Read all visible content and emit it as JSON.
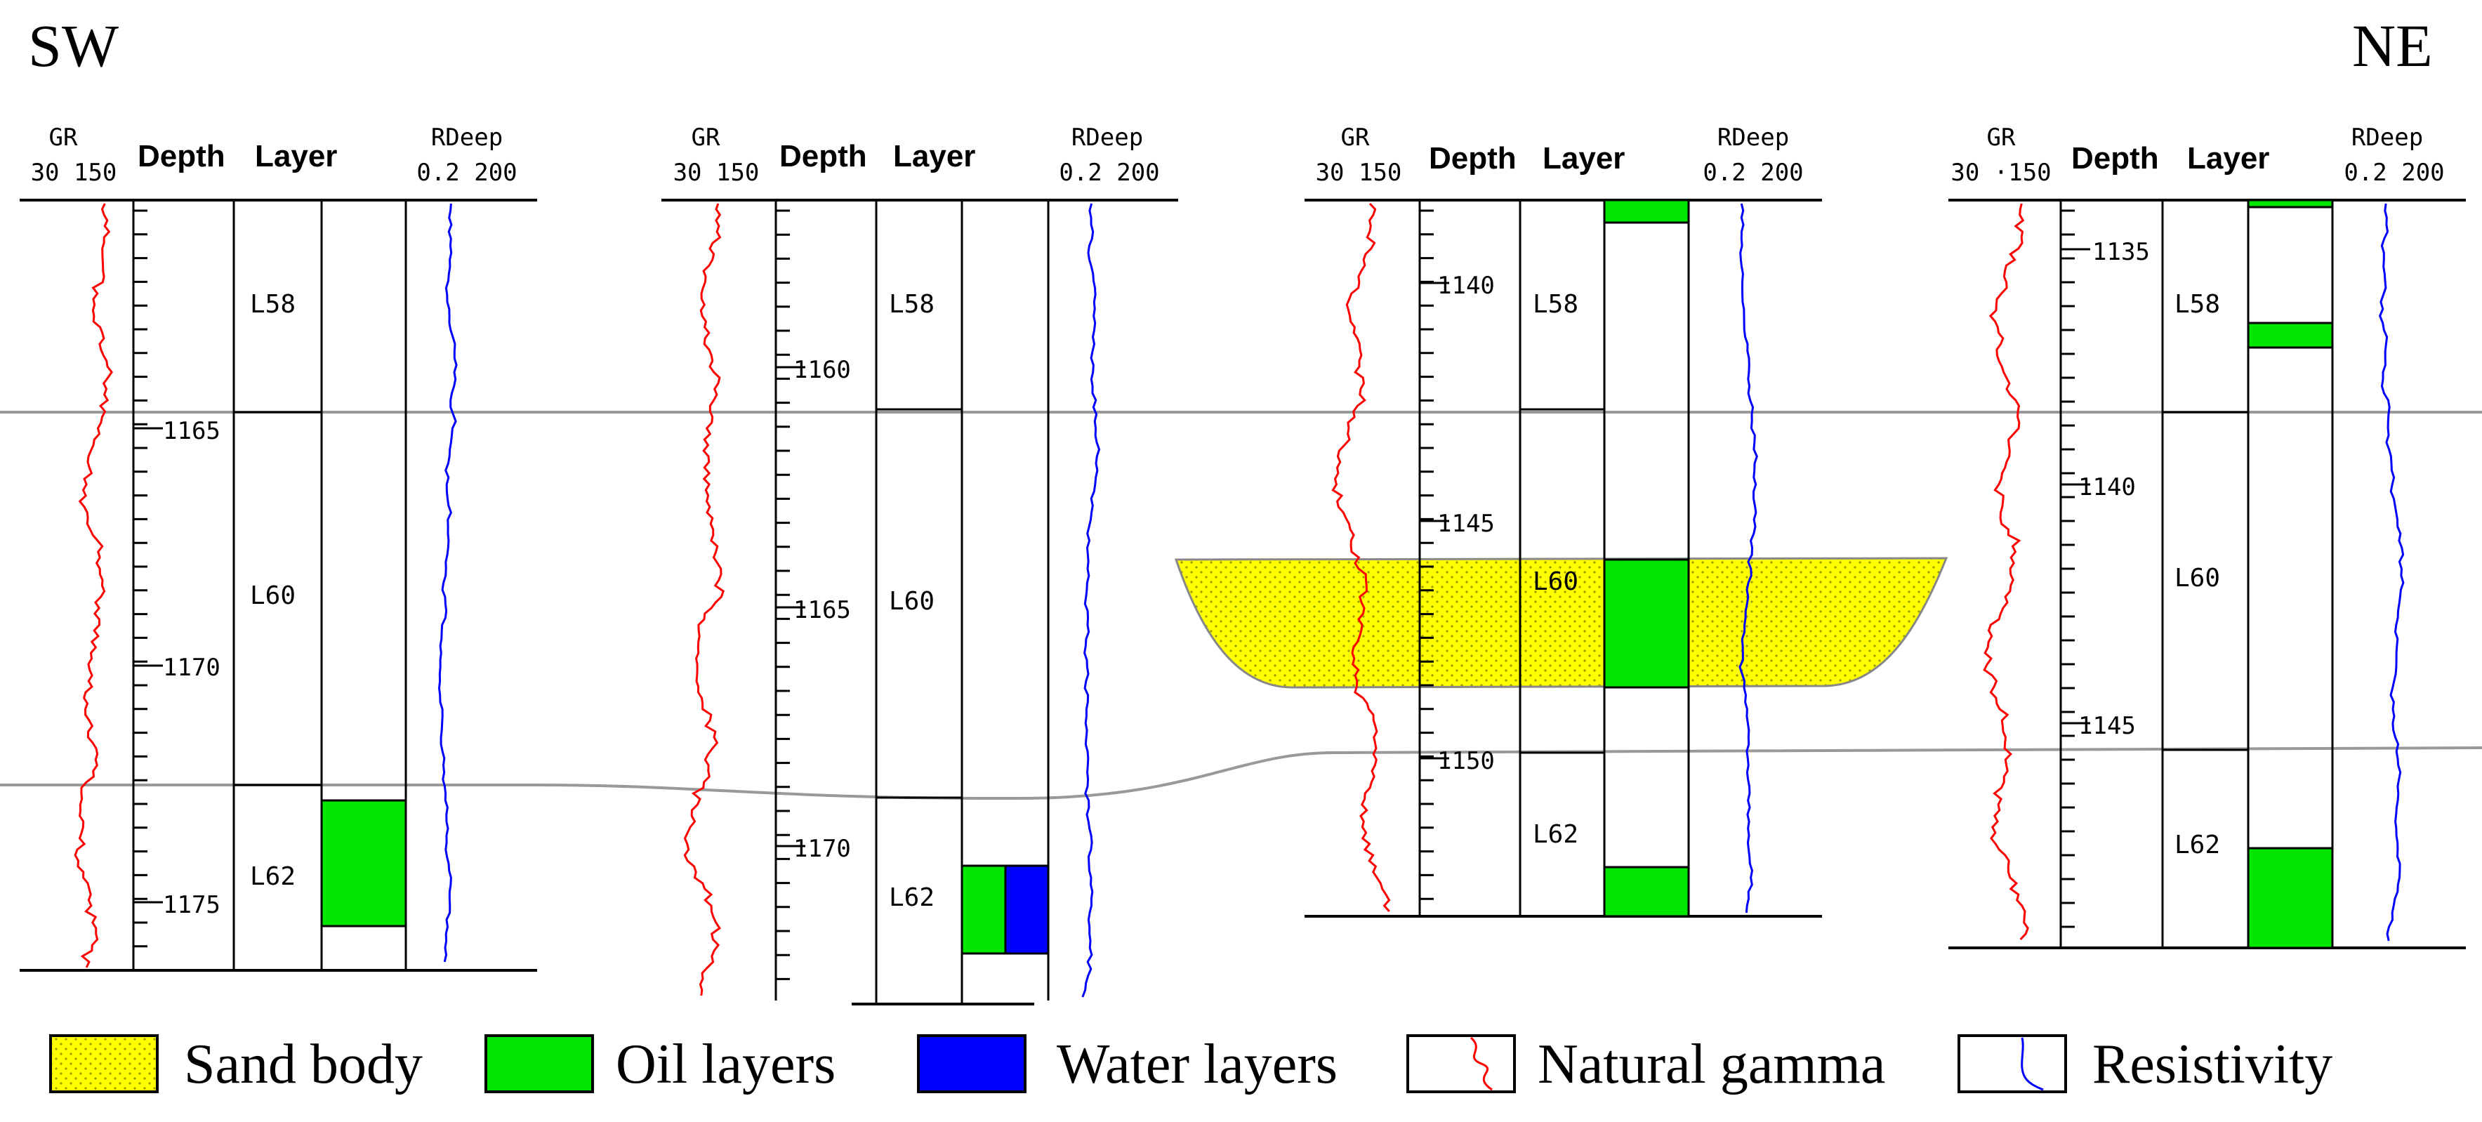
{
  "direction": {
    "left": "SW",
    "right": "NE"
  },
  "headers": {
    "gr": "GR",
    "gr_scale": "30 150",
    "gr_scale_well4": "30 ·150",
    "depth": "Depth",
    "layer": "Layer",
    "rdeep": "RDeep",
    "rdeep_scale": "0.2 200"
  },
  "wells": [
    {
      "depth_labels": [
        "1165",
        "1170",
        "1175"
      ],
      "layers": [
        "L58",
        "L60",
        "L62"
      ]
    },
    {
      "depth_labels": [
        "1160",
        "1165",
        "1170"
      ],
      "layers": [
        "L58",
        "L60",
        "L62"
      ]
    },
    {
      "depth_labels": [
        "1140",
        "1145",
        "1150"
      ],
      "layers": [
        "L58",
        "L60",
        "L62"
      ]
    },
    {
      "depth_labels": [
        "1135",
        "1140",
        "1145"
      ],
      "layers": [
        "L58",
        "L60",
        "L62"
      ]
    }
  ],
  "legend": {
    "sand_body": "Sand body",
    "oil_layers": "Oil layers",
    "water_layers": "Water layers",
    "natural_gamma": "Natural gamma",
    "resistivity": "Resistivity"
  },
  "colors": {
    "sand": "#ffff00",
    "oil": "#00e600",
    "water": "#0000ff",
    "gamma": "#ff0000",
    "resistivity": "#0000ff",
    "correlation": "#999999"
  }
}
